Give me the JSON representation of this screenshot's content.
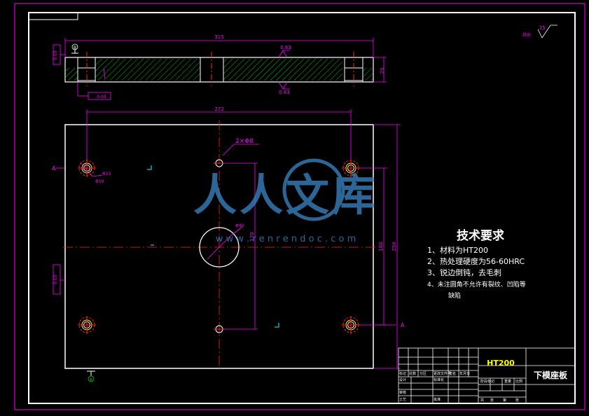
{
  "colors": {
    "frame": "#ffffff",
    "dimension": "#ff00ff",
    "centerline": "#ff2020",
    "hatch": "#00c000",
    "holes": "#ffff00",
    "watermark": "#3a88c8"
  },
  "top_view": {
    "length_dim": "315",
    "height_dim": "25",
    "roughness_top": "0.63",
    "roughness_bottom": "0.63",
    "flatness_left": "0.03",
    "perp_tol": "0.03",
    "datum_b": "B"
  },
  "plan_view": {
    "width_dim": "272",
    "height_dim_outer": "250",
    "height_dim_inner": "160",
    "center_hole_offset": "170",
    "hole_note": "2×Φ8",
    "bolt_hole_d1": "Φ13",
    "bolt_hole_d2": "Φ19",
    "center_hole_d": "Φ40",
    "section_marker_left": "A",
    "section_marker_right": "A",
    "datum_a": "A",
    "flatness_side": "0.03"
  },
  "surface_finish": {
    "value": "25",
    "label": "其余"
  },
  "tech_requirements": {
    "title": "技术要求",
    "items": [
      "1、材料为HT200",
      "2、热处理硬度为56-60HRC",
      "3、锐边倒钝，去毛刺",
      "4、未注圆角不允许有裂纹、凹陷等"
    ],
    "item4_cont": "缺陷"
  },
  "title_block": {
    "material": "HT200",
    "part_name": "下模座板",
    "grid_labels": [
      "标记",
      "处数",
      "分区",
      "更改文件号",
      "签名",
      "年月日",
      "设计",
      "标准化",
      "审核",
      "工艺",
      "批准",
      "阶段标记",
      "重量",
      "比例",
      "共",
      "张",
      "第",
      "张"
    ]
  },
  "watermark": {
    "text": "人人文库",
    "url": "w w w . r e n r e n d o c . c o m"
  }
}
